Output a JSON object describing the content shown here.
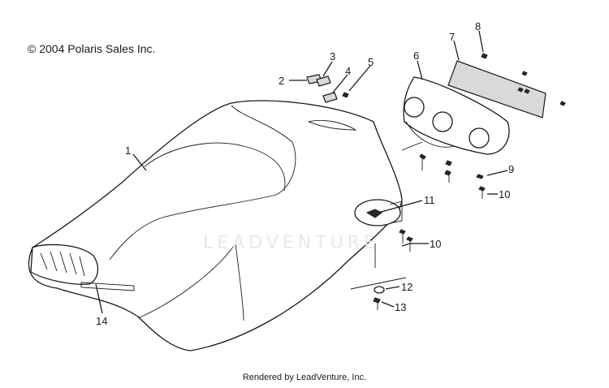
{
  "copyright": "© 2004 Polaris Sales Inc.",
  "footer": "Rendered by LeadVenture, Inc.",
  "watermark": "LEADVENTURE",
  "callouts": {
    "c1": "1",
    "c2": "2",
    "c3": "3",
    "c4": "4",
    "c5": "5",
    "c6": "6",
    "c7": "7",
    "c8": "8",
    "c9": "9",
    "c10a": "10",
    "c10b": "10",
    "c11": "11",
    "c12": "12",
    "c13": "13",
    "c14": "14"
  }
}
